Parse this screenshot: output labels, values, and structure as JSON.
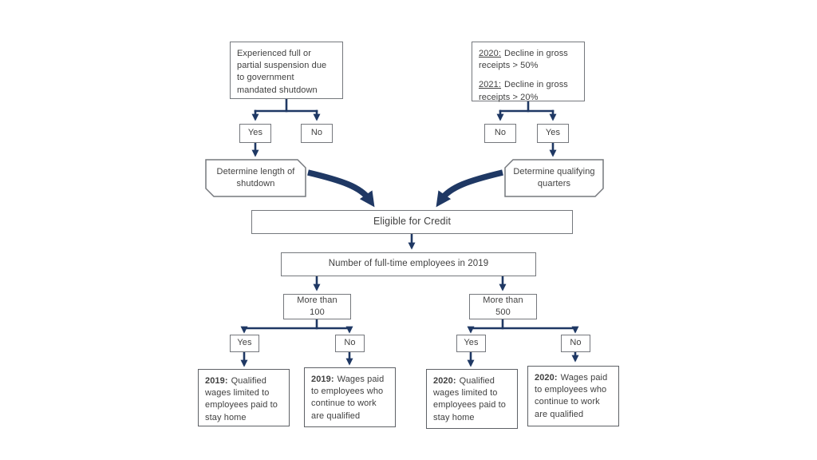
{
  "colors": {
    "accent": "#1f3864",
    "box_border": "#75787d",
    "text": "#404040",
    "background": "#ffffff"
  },
  "flowchart": {
    "suspension_box": {
      "text": "Experienced full or partial suspension due to government mandated shutdown"
    },
    "receipts_box": {
      "lines": [
        {
          "label": "2020:",
          "text": "Decline in gross receipts > 50%"
        },
        {
          "label": "2021:",
          "text": "Decline in gross receipts > 20%"
        }
      ]
    },
    "left_yes": "Yes",
    "left_no": "No",
    "right_no": "No",
    "right_yes": "Yes",
    "determine_length": "Determine length of shutdown",
    "determine_quarters": "Determine qualifying quarters",
    "eligible": "Eligible for Credit",
    "employees": "Number of full-time employees in 2019",
    "more_than_100": "More than 100",
    "more_than_500": "More than 500",
    "mid_left_yes": "Yes",
    "mid_left_no": "No",
    "mid_right_yes": "Yes",
    "mid_right_no": "No",
    "outcomes": [
      {
        "year": "2019:",
        "text": "Qualified wages limited to employees paid to stay home"
      },
      {
        "year": "2019:",
        "text": "Wages paid to employees who continue to work are qualified"
      },
      {
        "year": "2020:",
        "text": "Qualified wages limited to employees paid to stay home"
      },
      {
        "year": "2020:",
        "text": "Wages paid to employees who continue to work are qualified"
      }
    ]
  }
}
